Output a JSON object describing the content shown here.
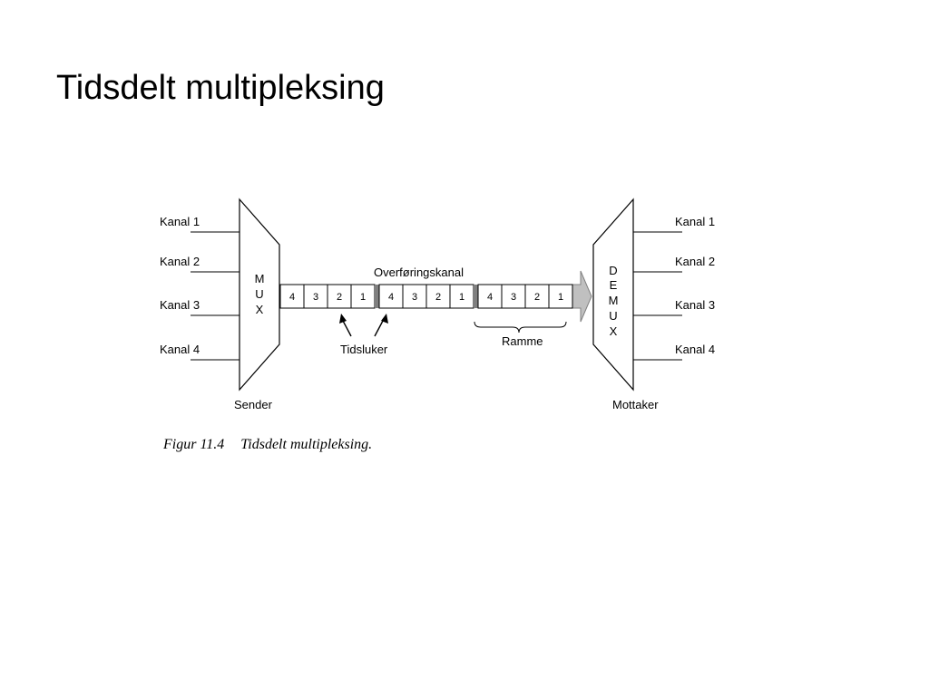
{
  "slide": {
    "title": "Tidsdelt multipleksing"
  },
  "diagram": {
    "input_channels": [
      "Kanal 1",
      "Kanal 2",
      "Kanal 3",
      "Kanal 4"
    ],
    "output_channels": [
      "Kanal 1",
      "Kanal 2",
      "Kanal 3",
      "Kanal 4"
    ],
    "mux_letters": [
      "M",
      "U",
      "X"
    ],
    "demux_letters": [
      "D",
      "E",
      "M",
      "U",
      "X"
    ],
    "sender_label": "Sender",
    "receiver_label": "Mottaker",
    "channel_label": "Overføringskanal",
    "slots": [
      "4",
      "3",
      "2",
      "1",
      "4",
      "3",
      "2",
      "1",
      "4",
      "3",
      "2",
      "1"
    ],
    "timeslots_label": "Tidsluker",
    "frame_label": "Ramme"
  },
  "caption": {
    "number": "Figur 11.4",
    "text": "Tidsdelt multipleksing."
  }
}
